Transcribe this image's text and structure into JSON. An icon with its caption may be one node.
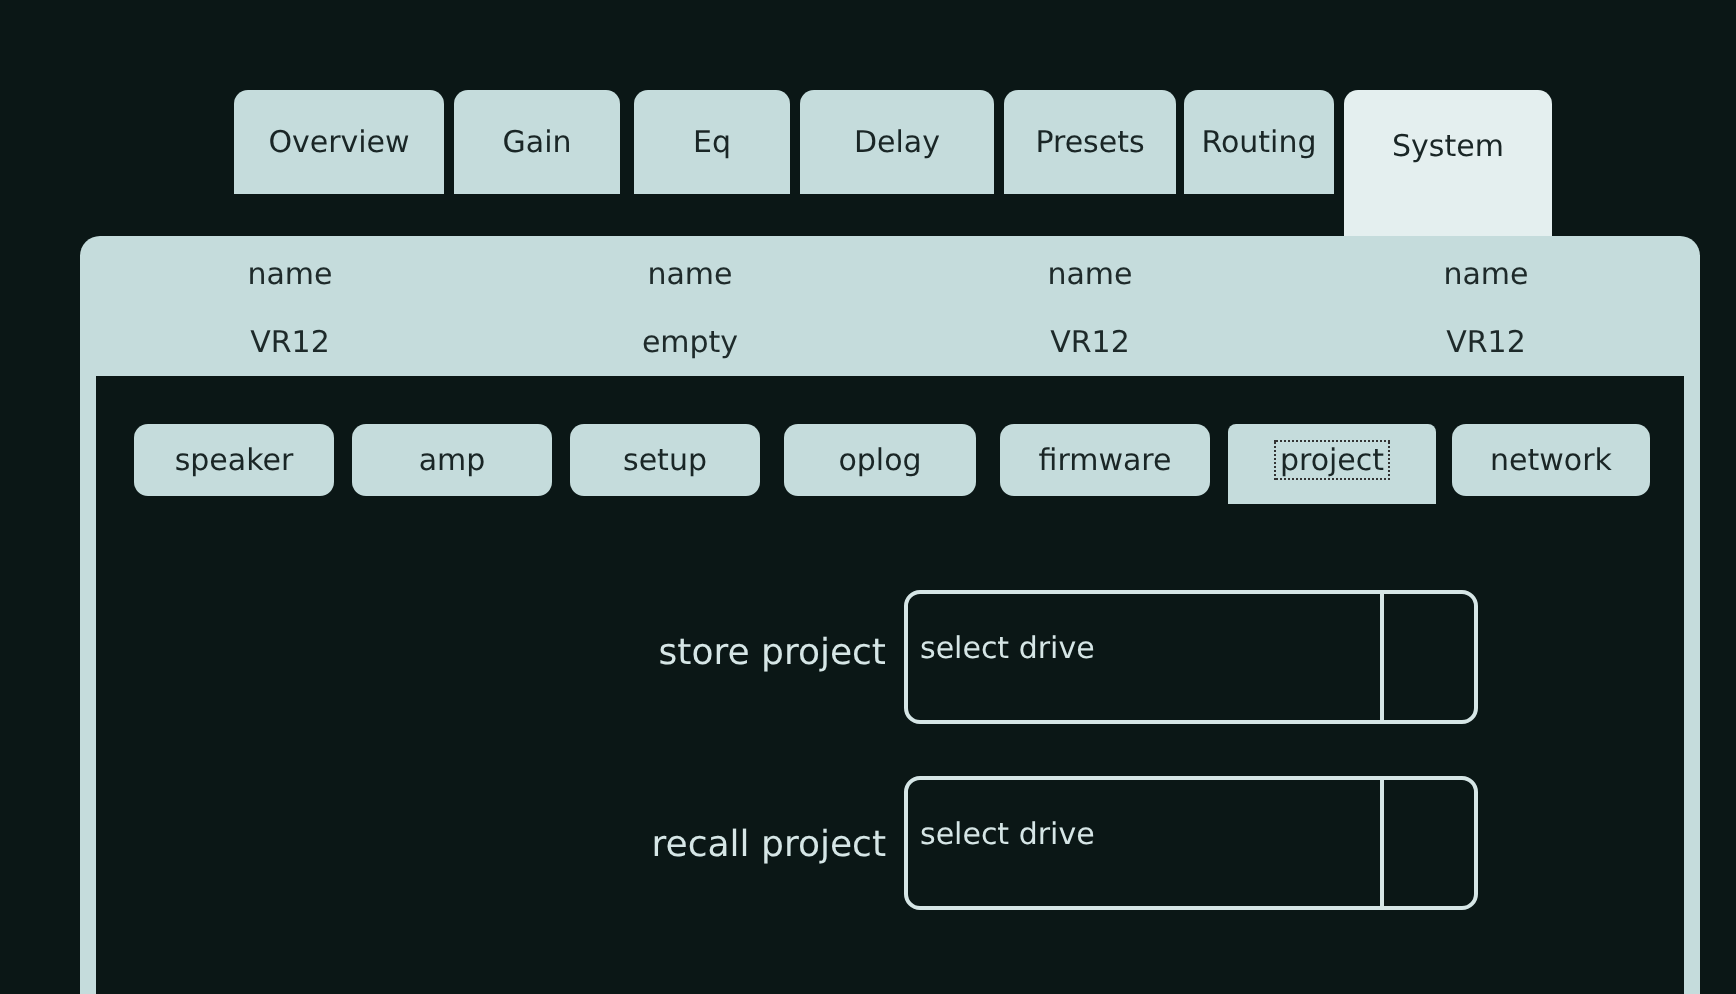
{
  "diagram": {
    "nodes": [
      {
        "text": [
          "Overview"
        ]
      },
      {
        "text": [
          "Gain"
        ]
      },
      {
        "text": [
          "Eq"
        ]
      },
      {
        "text": [
          "Delay"
        ]
      },
      {
        "text": [
          "Presets"
        ]
      },
      {
        "text": [
          "Routing"
        ]
      },
      {
        "text": [
          "System"
        ]
      },
      {
        "text": [
          "speaker"
        ]
      },
      {
        "text": [
          "amp"
        ]
      },
      {
        "text": [
          "setup"
        ]
      },
      {
        "text": [
          "oplog"
        ]
      },
      {
        "text": [
          "firmware"
        ]
      },
      {
        "text": [
          "project"
        ]
      },
      {
        "text": [
          "network"
        ]
      },
      {
        "text": [
          "select drive"
        ]
      },
      {
        "text": [
          "select drive"
        ]
      }
    ],
    "edges": [],
    "labels": [
      "name",
      "name",
      "name",
      "name",
      "VR12",
      "empty",
      "VR12",
      "VR12",
      "store project",
      "recall project"
    ]
  }
}
